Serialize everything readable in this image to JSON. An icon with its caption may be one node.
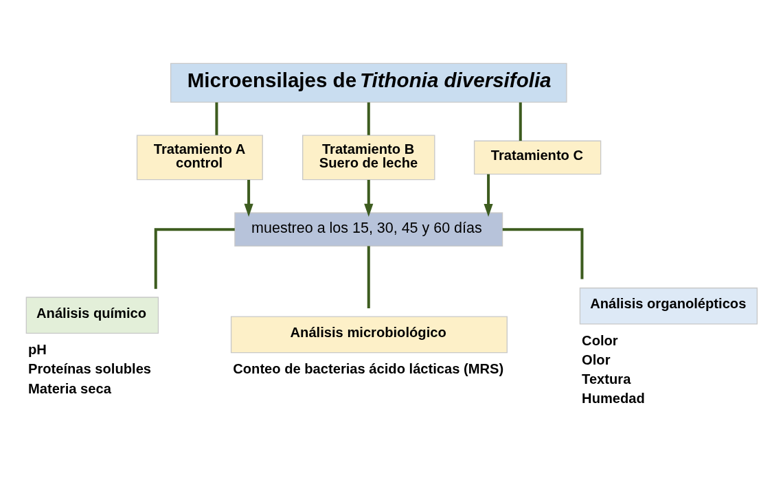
{
  "diagram": {
    "nodes": [
      {
        "text": [
          "Microensilajes de *Tithonia diversifolia*"
        ]
      },
      {
        "text": [
          "Tratamiento A",
          "control"
        ]
      },
      {
        "text": [
          "Tratamiento B",
          "Suero de leche"
        ]
      },
      {
        "text": [
          "Tratamiento C"
        ]
      },
      {
        "text": [
          "muestreo a los 15, 30, 45 y 60 días"
        ]
      },
      {
        "text": [
          "Análisis químico"
        ],
        "beside": [
          "pH",
          "Proteínas solubles",
          "Materia seca"
        ]
      },
      {
        "text": [
          "Análisis microbiológico"
        ],
        "beside": [
          "Conteo de bacterias ácido lácticas (MRS)"
        ]
      },
      {
        "text": [
          "Análisis organolépticos"
        ],
        "beside": [
          "Color",
          "Olor",
          "Textura",
          "Humedad"
        ]
      }
    ],
    "edges": [
      {
        "from": 0,
        "to": 1,
        "arrow": "none"
      },
      {
        "from": 0,
        "to": 2,
        "arrow": "none"
      },
      {
        "from": 0,
        "to": 3,
        "arrow": "none"
      },
      {
        "from": 1,
        "to": 4,
        "arrow": "to"
      },
      {
        "from": 2,
        "to": 4,
        "arrow": "to"
      },
      {
        "from": 3,
        "to": 4,
        "arrow": "to"
      },
      {
        "from": 4,
        "to": 5,
        "arrow": "none"
      },
      {
        "from": 4,
        "to": 6,
        "arrow": "none"
      },
      {
        "from": 4,
        "to": 7,
        "arrow": "none"
      }
    ]
  }
}
